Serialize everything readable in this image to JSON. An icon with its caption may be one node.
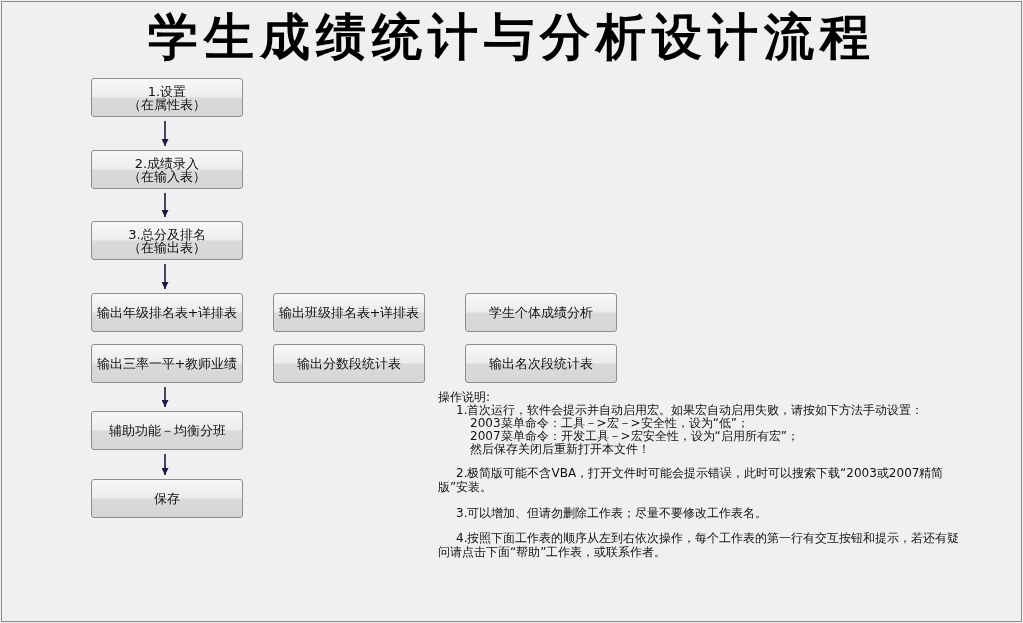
{
  "diagram": {
    "title": "学生成绩统计与分析设计流程",
    "nodes": [
      {
        "text": [
          "1.设置",
          "（在属性表）"
        ]
      },
      {
        "text": [
          "2.成绩录入",
          "（在输入表）"
        ]
      },
      {
        "text": [
          "3.总分及排名",
          "（在输出表）"
        ]
      },
      {
        "text": [
          "输出年级排名表+详排表"
        ]
      },
      {
        "text": [
          "输出班级排名表+详排表"
        ]
      },
      {
        "text": [
          "学生个体成绩分析"
        ]
      },
      {
        "text": [
          "输出三率一平+教师业绩"
        ]
      },
      {
        "text": [
          "输出分数段统计表"
        ]
      },
      {
        "text": [
          "输出名次段统计表"
        ]
      },
      {
        "text": [
          "辅助功能－均衡分班"
        ]
      },
      {
        "text": [
          "保存"
        ]
      }
    ],
    "edges": [
      {
        "from": 0,
        "to": 1,
        "arrow": "to"
      },
      {
        "from": 1,
        "to": 2,
        "arrow": "to"
      },
      {
        "from": 2,
        "to": 3,
        "arrow": "to"
      },
      {
        "from": 6,
        "to": 9,
        "arrow": "to"
      },
      {
        "from": 9,
        "to": 10,
        "arrow": "to"
      }
    ],
    "labels": [
      "操作说明:",
      "1.首次运行，软件会提示并自动启用宏。如果宏自动启用失败，请按如下方法手动设置：",
      "2003菜单命令：工具－>宏－>安全性，设为“低”；",
      "2007菜单命令：开发工具－>宏安全性，设为“启用所有宏”；",
      "然后保存关闭后重新打开本文件！",
      "2.极简版可能不含VBA，打开文件时可能会提示错误，此时可以搜索下载“2003或2007精简版”安装。",
      "3.可以增加、但请勿删除工作表；尽量不要修改工作表名。",
      "4.按照下面工作表的顺序从左到右依次操作，每个工作表的第一行有交互按钮和提示，若还有疑问请点击下面“帮助”工作表，或联系作者。"
    ]
  }
}
